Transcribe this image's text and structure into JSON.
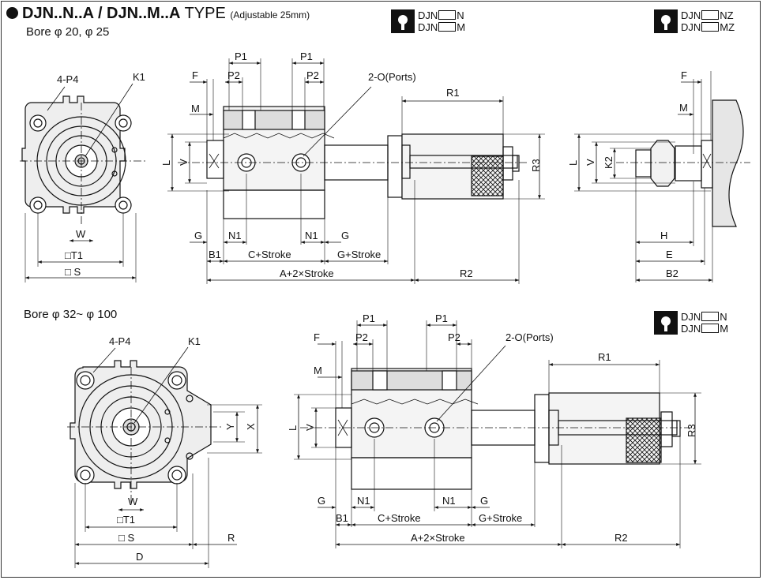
{
  "title": {
    "prefix": "DJN..N..A / DJN..M..A",
    "type_word": "TYPE",
    "adjustable": "(Adjustable  25mm)"
  },
  "section1": {
    "bore": "Bore φ 20, φ 25"
  },
  "section2": {
    "bore": "Bore φ 32~ φ 100"
  },
  "icons": {
    "top_middle": {
      "line1_pre": "DJN",
      "line1_post": "N",
      "line2_pre": "DJN",
      "line2_post": "M"
    },
    "top_right": {
      "line1_pre": "DJN",
      "line1_post": "NZ",
      "line2_pre": "DJN",
      "line2_post": "MZ"
    },
    "bottom_right": {
      "line1_pre": "DJN",
      "line1_post": "N",
      "line2_pre": "DJN",
      "line2_post": "M"
    }
  },
  "labels": {
    "p4": "4-P4",
    "k1": "K1",
    "w": "W",
    "t1": "□T1",
    "s": "□ S",
    "f": "F",
    "m": "M",
    "p1": "P1",
    "p2": "P2",
    "ports": "2-O",
    "ports_small": "(Ports)",
    "r1": "R1",
    "r2": "R2",
    "r3": "R3",
    "l": "L",
    "v": "V",
    "k2": "K2",
    "g": "G",
    "n1": "N1",
    "b1": "B1",
    "c_stroke": "C+Stroke",
    "g_stroke": "G+Stroke",
    "a_stroke": "A+2×Stroke",
    "h": "H",
    "e": "E",
    "b2": "B2",
    "x": "X",
    "y": "Y",
    "r": "R",
    "d": "D"
  }
}
